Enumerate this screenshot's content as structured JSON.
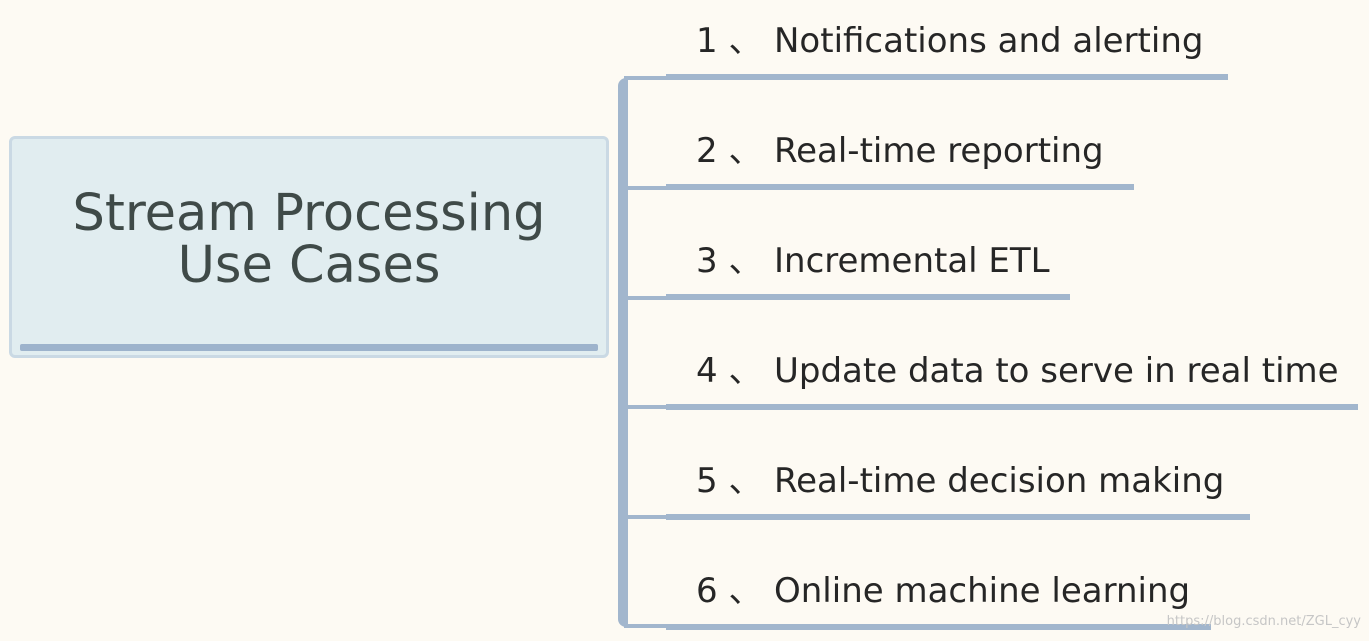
{
  "root": {
    "title_line1": "Stream Processing",
    "title_line2": "Use Cases"
  },
  "items": [
    {
      "num": "1 、",
      "text": "Notifications and alerting"
    },
    {
      "num": "2 、",
      "text": "Real-time reporting"
    },
    {
      "num": "3 、",
      "text": "Incremental ETL"
    },
    {
      "num": "4 、",
      "text": "Update data to serve in real time"
    },
    {
      "num": "5 、",
      "text": "Real-time decision making"
    },
    {
      "num": "6 、",
      "text": "Online machine learning"
    }
  ],
  "watermark": "https://blog.csdn.net/ZGL_cyy",
  "colors": {
    "background": "#fdfaf3",
    "root_fill": "#e1edf0",
    "connector": "#a2b6cd",
    "text": "#262626"
  }
}
